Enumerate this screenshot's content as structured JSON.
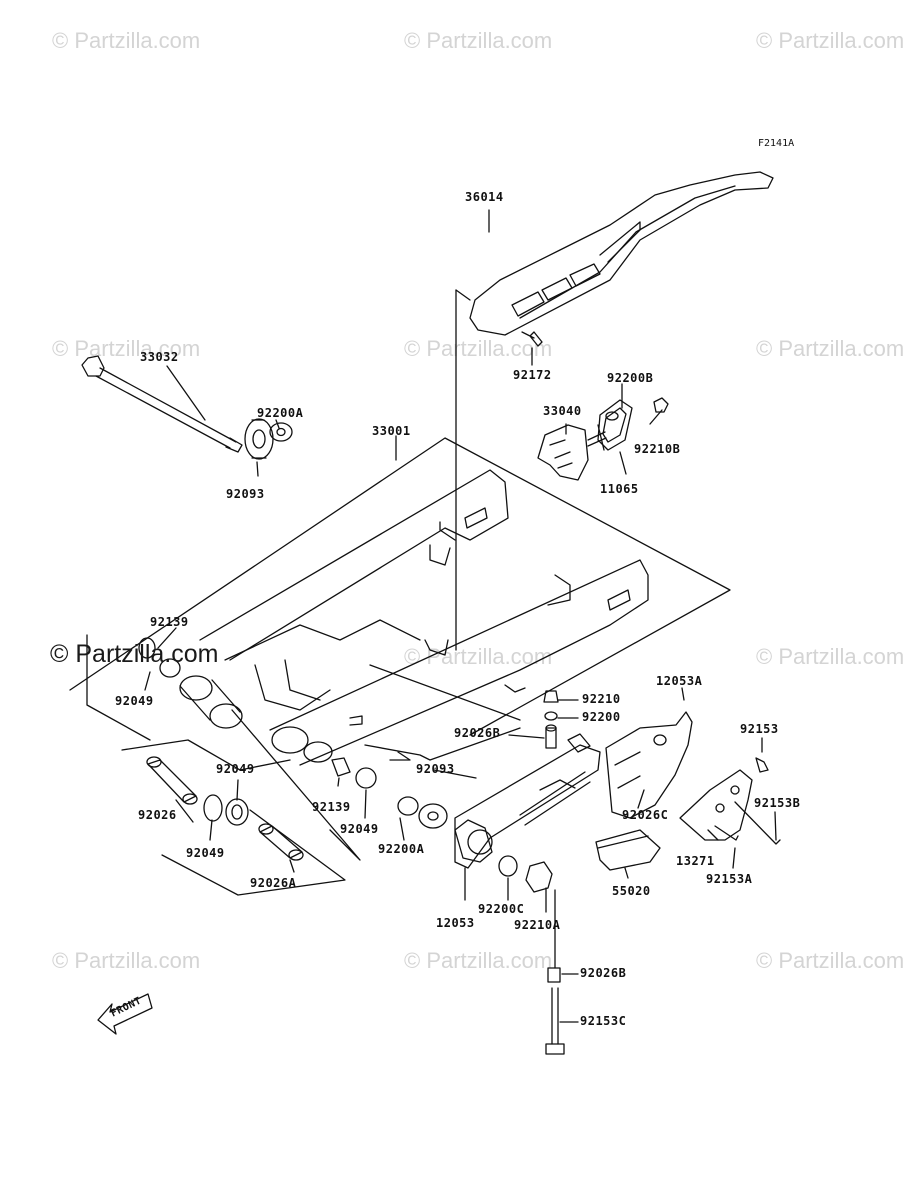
{
  "watermark": {
    "text": "© Partzilla.com",
    "main_text": "© Partzilla.com"
  },
  "figure_id": "F2141A",
  "front_label": "FRONT",
  "parts": {
    "p36014": "36014",
    "p92172": "92172",
    "p33032": "33032",
    "p92200A_top": "92200A",
    "p92093_top": "92093",
    "p33001": "33001",
    "p33040": "33040",
    "p92200B": "92200B",
    "p92210B": "92210B",
    "p11065": "11065",
    "p92139_left": "92139",
    "p92049_left": "92049",
    "p92026": "92026",
    "p92049_mid": "92049",
    "p92049_low": "92049",
    "p92026A": "92026A",
    "p92139_mid": "92139",
    "p92049_c": "92049",
    "p92093_mid": "92093",
    "p92200A_mid": "92200A",
    "p92210": "92210",
    "p92200": "92200",
    "p92026B_top": "92026B",
    "p12053A": "12053A",
    "p92153": "92153",
    "p92026C": "92026C",
    "p92153B": "92153B",
    "p13271": "13271",
    "p92153A": "92153A",
    "p55020": "55020",
    "p12053": "12053",
    "p92200C": "92200C",
    "p92210A": "92210A",
    "p92026B_low": "92026B",
    "p92153C": "92153C"
  }
}
